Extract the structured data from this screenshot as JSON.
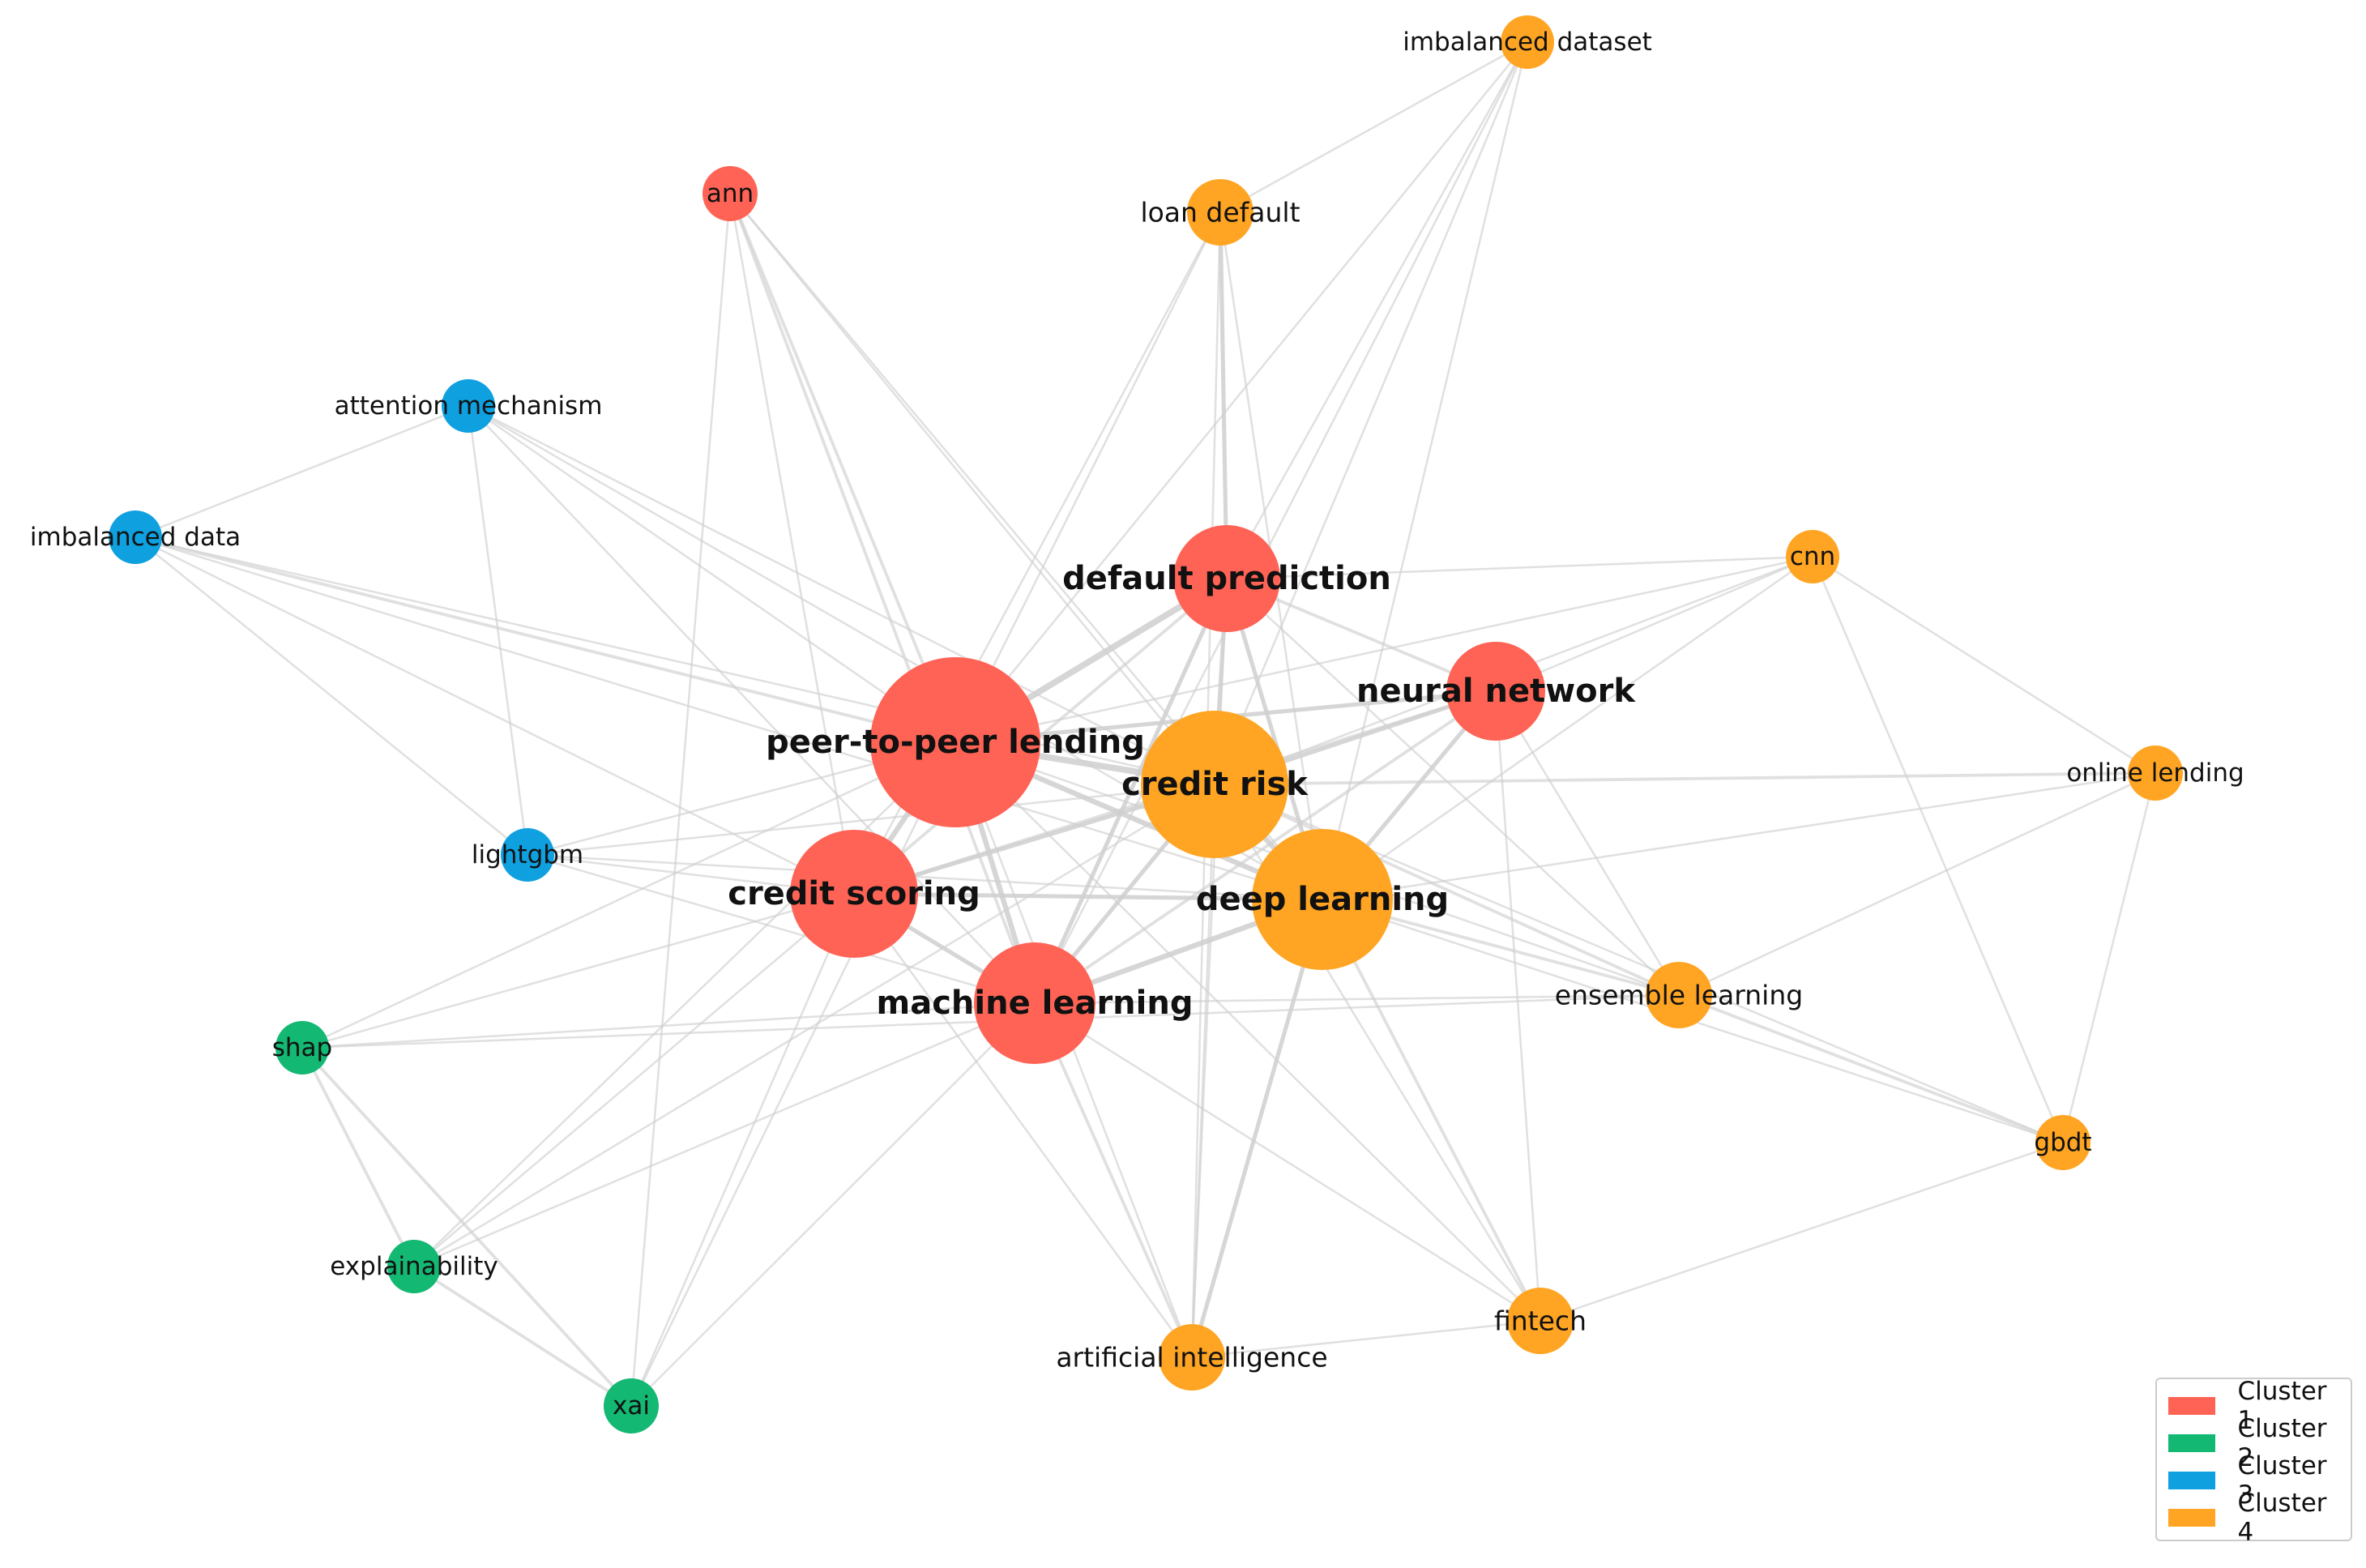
{
  "clusters": [
    {
      "label": "Cluster 1",
      "color": "#ff6355"
    },
    {
      "label": "Cluster 2",
      "color": "#13b873"
    },
    {
      "label": "Cluster 3",
      "color": "#0fa0e0"
    },
    {
      "label": "Cluster 4",
      "color": "#ffa523"
    }
  ],
  "nodes": [
    {
      "id": "imbalanced-dataset",
      "label": "imbalanced dataset",
      "cluster": 3
    },
    {
      "id": "ann",
      "label": "ann",
      "cluster": 0
    },
    {
      "id": "loan-default",
      "label": "loan default",
      "cluster": 3
    },
    {
      "id": "attention-mechanism",
      "label": "attention mechanism",
      "cluster": 2
    },
    {
      "id": "imbalanced-data",
      "label": "imbalanced data",
      "cluster": 2
    },
    {
      "id": "default-prediction",
      "label": "default prediction",
      "cluster": 0,
      "major": true
    },
    {
      "id": "cnn",
      "label": "cnn",
      "cluster": 3
    },
    {
      "id": "neural-network",
      "label": "neural network",
      "cluster": 0,
      "major": true
    },
    {
      "id": "peer-to-peer-lending",
      "label": "peer-to-peer lending",
      "cluster": 0,
      "major": true
    },
    {
      "id": "credit-risk",
      "label": "credit risk",
      "cluster": 3,
      "major": true
    },
    {
      "id": "online-lending",
      "label": "online lending",
      "cluster": 3
    },
    {
      "id": "lightgbm",
      "label": "lightgbm",
      "cluster": 2
    },
    {
      "id": "credit-scoring",
      "label": "credit scoring",
      "cluster": 0,
      "major": true
    },
    {
      "id": "deep-learning",
      "label": "deep learning",
      "cluster": 3,
      "major": true
    },
    {
      "id": "ensemble-learning",
      "label": "ensemble learning",
      "cluster": 3
    },
    {
      "id": "machine-learning",
      "label": "machine learning",
      "cluster": 0,
      "major": true
    },
    {
      "id": "shap",
      "label": "shap",
      "cluster": 1
    },
    {
      "id": "gbdt",
      "label": "gbdt",
      "cluster": 3
    },
    {
      "id": "explainability",
      "label": "explainability",
      "cluster": 1
    },
    {
      "id": "fintech",
      "label": "fintech",
      "cluster": 3
    },
    {
      "id": "artificial-intelligence",
      "label": "artificial intelligence",
      "cluster": 3
    },
    {
      "id": "xai",
      "label": "xai",
      "cluster": 1
    }
  ],
  "edges": [
    [
      "peer-to-peer-lending",
      "credit-risk",
      5
    ],
    [
      "peer-to-peer-lending",
      "default-prediction",
      5
    ],
    [
      "peer-to-peer-lending",
      "credit-scoring",
      4
    ],
    [
      "peer-to-peer-lending",
      "machine-learning",
      4
    ],
    [
      "peer-to-peer-lending",
      "deep-learning",
      4
    ],
    [
      "peer-to-peer-lending",
      "neural-network",
      3
    ],
    [
      "credit-risk",
      "deep-learning",
      4
    ],
    [
      "credit-risk",
      "default-prediction",
      3
    ],
    [
      "credit-risk",
      "machine-learning",
      3
    ],
    [
      "credit-risk",
      "credit-scoring",
      3
    ],
    [
      "credit-risk",
      "neural-network",
      3
    ],
    [
      "deep-learning",
      "machine-learning",
      4
    ],
    [
      "deep-learning",
      "credit-scoring",
      3
    ],
    [
      "deep-learning",
      "default-prediction",
      3
    ],
    [
      "deep-learning",
      "neural-network",
      3
    ],
    [
      "machine-learning",
      "credit-scoring",
      3
    ],
    [
      "machine-learning",
      "default-prediction",
      3
    ],
    [
      "credit-scoring",
      "default-prediction",
      2
    ],
    [
      "neural-network",
      "default-prediction",
      2
    ],
    [
      "neural-network",
      "machine-learning",
      2
    ],
    [
      "neural-network",
      "credit-scoring",
      2
    ],
    [
      "loan-default",
      "default-prediction",
      3
    ],
    [
      "loan-default",
      "peer-to-peer-lending",
      1
    ],
    [
      "loan-default",
      "credit-scoring",
      1
    ],
    [
      "loan-default",
      "artificial-intelligence",
      1
    ],
    [
      "loan-default",
      "deep-learning",
      1
    ],
    [
      "imbalanced-dataset",
      "loan-default",
      1
    ],
    [
      "imbalanced-dataset",
      "peer-to-peer-lending",
      1
    ],
    [
      "imbalanced-dataset",
      "credit-risk",
      1
    ],
    [
      "imbalanced-dataset",
      "deep-learning",
      1
    ],
    [
      "imbalanced-dataset",
      "machine-learning",
      1
    ],
    [
      "imbalanced-dataset",
      "default-prediction",
      1
    ],
    [
      "ann",
      "peer-to-peer-lending",
      2
    ],
    [
      "ann",
      "credit-scoring",
      1
    ],
    [
      "ann",
      "machine-learning",
      2
    ],
    [
      "ann",
      "deep-learning",
      1
    ],
    [
      "ann",
      "credit-risk",
      1
    ],
    [
      "ann",
      "xai",
      1
    ],
    [
      "attention-mechanism",
      "imbalanced-data",
      1
    ],
    [
      "attention-mechanism",
      "peer-to-peer-lending",
      1
    ],
    [
      "attention-mechanism",
      "credit-risk",
      1
    ],
    [
      "attention-mechanism",
      "lightgbm",
      1
    ],
    [
      "attention-mechanism",
      "deep-learning",
      1
    ],
    [
      "attention-mechanism",
      "machine-learning",
      1
    ],
    [
      "imbalanced-data",
      "peer-to-peer-lending",
      2
    ],
    [
      "imbalanced-data",
      "credit-scoring",
      1
    ],
    [
      "imbalanced-data",
      "lightgbm",
      1
    ],
    [
      "imbalanced-data",
      "deep-learning",
      1
    ],
    [
      "imbalanced-data",
      "credit-risk",
      1
    ],
    [
      "lightgbm",
      "peer-to-peer-lending",
      1
    ],
    [
      "lightgbm",
      "credit-scoring",
      1
    ],
    [
      "lightgbm",
      "deep-learning",
      1
    ],
    [
      "lightgbm",
      "machine-learning",
      1
    ],
    [
      "lightgbm",
      "credit-risk",
      1
    ],
    [
      "cnn",
      "default-prediction",
      1
    ],
    [
      "cnn",
      "neural-network",
      1
    ],
    [
      "cnn",
      "credit-risk",
      1
    ],
    [
      "cnn",
      "deep-learning",
      1
    ],
    [
      "cnn",
      "gbdt",
      1
    ],
    [
      "cnn",
      "online-lending",
      1
    ],
    [
      "cnn",
      "peer-to-peer-lending",
      1
    ],
    [
      "online-lending",
      "credit-risk",
      2
    ],
    [
      "online-lending",
      "deep-learning",
      1
    ],
    [
      "online-lending",
      "ensemble-learning",
      1
    ],
    [
      "online-lending",
      "gbdt",
      1
    ],
    [
      "ensemble-learning",
      "deep-learning",
      2
    ],
    [
      "ensemble-learning",
      "credit-risk",
      2
    ],
    [
      "ensemble-learning",
      "machine-learning",
      1
    ],
    [
      "ensemble-learning",
      "neural-network",
      1
    ],
    [
      "ensemble-learning",
      "gbdt",
      2
    ],
    [
      "ensemble-learning",
      "default-prediction",
      1
    ],
    [
      "ensemble-learning",
      "peer-to-peer-lending",
      1
    ],
    [
      "gbdt",
      "deep-learning",
      1
    ],
    [
      "gbdt",
      "fintech",
      1
    ],
    [
      "gbdt",
      "credit-risk",
      1
    ],
    [
      "fintech",
      "deep-learning",
      2
    ],
    [
      "fintech",
      "credit-risk",
      1
    ],
    [
      "fintech",
      "neural-network",
      1
    ],
    [
      "fintech",
      "artificial-intelligence",
      1
    ],
    [
      "fintech",
      "machine-learning",
      1
    ],
    [
      "fintech",
      "peer-to-peer-lending",
      1
    ],
    [
      "artificial-intelligence",
      "machine-learning",
      2
    ],
    [
      "artificial-intelligence",
      "deep-learning",
      3
    ],
    [
      "artificial-intelligence",
      "credit-scoring",
      1
    ],
    [
      "artificial-intelligence",
      "peer-to-peer-lending",
      1
    ],
    [
      "artificial-intelligence",
      "default-prediction",
      1
    ],
    [
      "artificial-intelligence",
      "credit-risk",
      1
    ],
    [
      "shap",
      "explainability",
      2
    ],
    [
      "shap",
      "xai",
      2
    ],
    [
      "shap",
      "peer-to-peer-lending",
      1
    ],
    [
      "shap",
      "credit-scoring",
      1
    ],
    [
      "shap",
      "machine-learning",
      1
    ],
    [
      "shap",
      "ensemble-learning",
      1
    ],
    [
      "explainability",
      "xai",
      2
    ],
    [
      "explainability",
      "credit-scoring",
      1
    ],
    [
      "explainability",
      "machine-learning",
      1
    ],
    [
      "explainability",
      "peer-to-peer-lending",
      1
    ],
    [
      "explainability",
      "credit-risk",
      1
    ],
    [
      "xai",
      "credit-scoring",
      1
    ],
    [
      "xai",
      "machine-learning",
      1
    ],
    [
      "xai",
      "peer-to-peer-lending",
      1
    ]
  ]
}
